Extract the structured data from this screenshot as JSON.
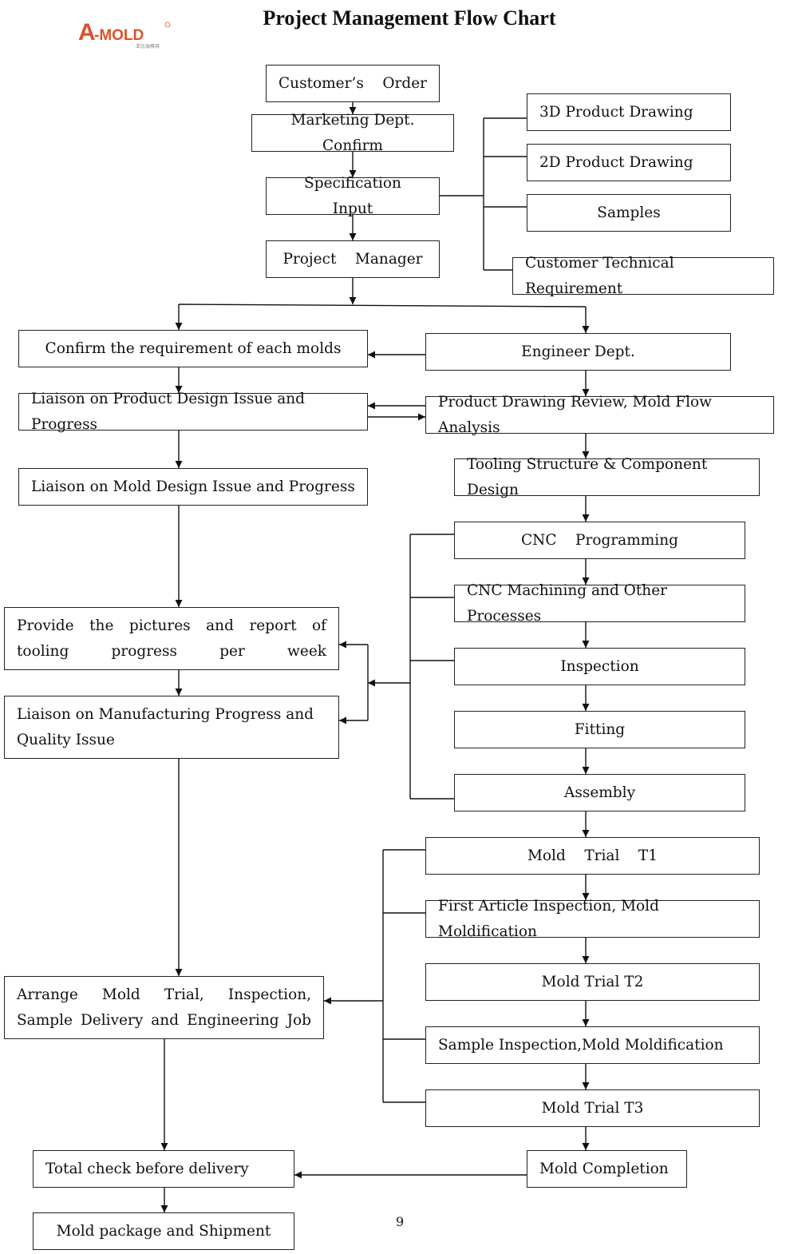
{
  "title": "Project Management Flow Chart",
  "logo": {
    "text": "A-MOLD",
    "subtext": "亚比瑞模具",
    "color": "#e0502a"
  },
  "page_number": "9",
  "boxes": {
    "customer_order": "Customer’s    Order",
    "marketing_confirm": "Marketing Dept. Confirm",
    "specification_input": "Specification    Input",
    "project_manager": "Project    Manager",
    "drawing_3d": "3D Product Drawing",
    "drawing_2d": "2D Product Drawing",
    "samples": "Samples",
    "customer_tech_req": "Customer Technical Requirement",
    "confirm_requirement": "Confirm the requirement of each molds",
    "engineer_dept": "Engineer Dept.",
    "liaison_product_design": "Liaison on Product Design Issue and Progress",
    "drawing_review": "Product Drawing Review, Mold Flow Analysis",
    "liaison_mold_design": "Liaison on Mold Design Issue and Progress",
    "tooling_structure": "Tooling Structure & Component Design",
    "cnc_programming": "CNC    Programming",
    "cnc_machining": "CNC Machining and Other Processes",
    "inspection": "Inspection",
    "fitting": "Fitting",
    "assembly": "Assembly",
    "provide_pictures": "Provide the pictures and report of tooling progress per week",
    "liaison_manufacturing": "Liaison on Manufacturing Progress and Quality Issue",
    "mold_trial_t1": "Mold    Trial    T1",
    "first_article": "First Article Inspection, Mold Moldification",
    "mold_trial_t2": "Mold Trial T2",
    "sample_inspection": "Sample Inspection,Mold Moldification",
    "mold_trial_t3": "Mold Trial T3",
    "arrange_mold_trial": "Arrange Mold Trial, Inspection, Sample Delivery and Engineering Job",
    "mold_completion": "Mold Completion",
    "total_check": "Total check before delivery",
    "mold_package": "Mold package and Shipment"
  }
}
